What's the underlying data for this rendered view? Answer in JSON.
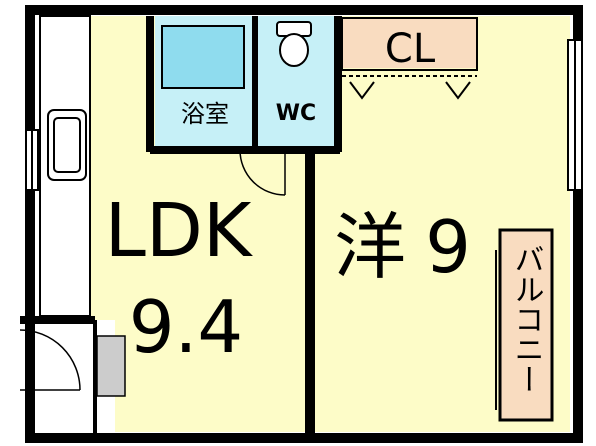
{
  "rooms": {
    "ldk": {
      "label": "LDK",
      "size": "9.4"
    },
    "western": {
      "label": "洋",
      "size": "9"
    },
    "bath": {
      "label": "浴室"
    },
    "wc": {
      "label": "WC"
    },
    "closet": {
      "label": "CL"
    },
    "balcony": {
      "label": "バルコニー"
    }
  },
  "colors": {
    "floor": "#fdfcc8",
    "wet_area": "#c6f0f7",
    "closet": "#f9dcc0",
    "wall": "#000000",
    "fixture": "#8fdcee"
  }
}
